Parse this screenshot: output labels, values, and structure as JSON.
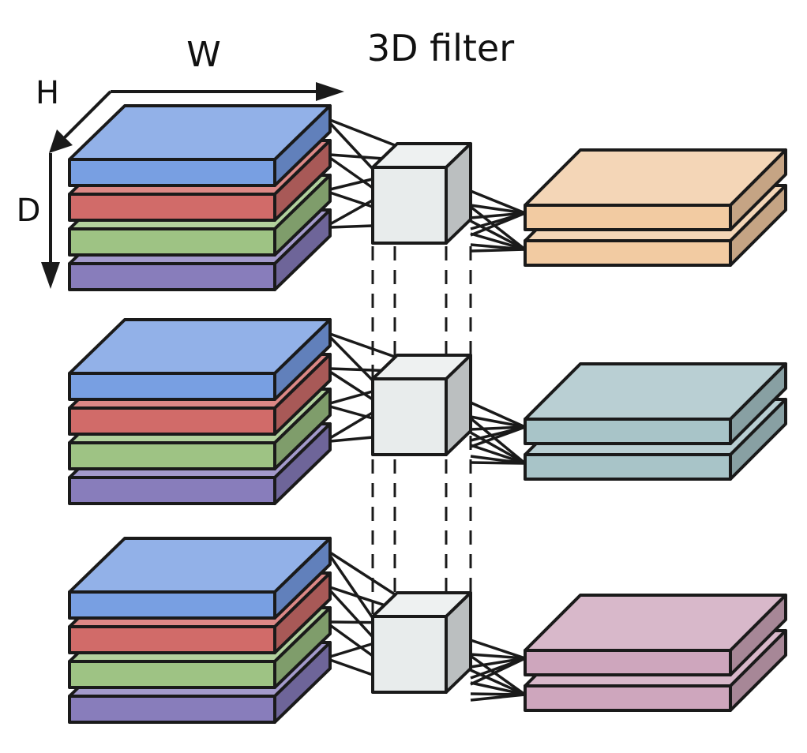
{
  "title": "3D filter",
  "axes": {
    "width": "W",
    "height": "H",
    "depth": "D"
  },
  "input_layer_colors": [
    {
      "name": "blue",
      "front": "#789fe2",
      "top": "#92b1e8",
      "side": "#6180bb"
    },
    {
      "name": "red",
      "front": "#d16b69",
      "top": "#dc8886",
      "side": "#a85957"
    },
    {
      "name": "green",
      "front": "#9ec384",
      "top": "#b2d19d",
      "side": "#7f9d6b"
    },
    {
      "name": "purple",
      "front": "#887dbb",
      "top": "#a39acb",
      "side": "#6e6599"
    }
  ],
  "filter_colors": {
    "front": "#e8ecec",
    "top": "#eef1f1",
    "side": "#bbbfc0"
  },
  "groups": [
    {
      "name": "group-1",
      "output": {
        "front": "#f2cba2",
        "top": "#f4d6b7",
        "side": "#c5a484"
      }
    },
    {
      "name": "group-2",
      "output": {
        "front": "#a8c4c8",
        "top": "#b9cfd3",
        "side": "#88a0a3"
      }
    },
    {
      "name": "group-3",
      "output": {
        "front": "#cea6bd",
        "top": "#d8b8ca",
        "side": "#a78797"
      }
    }
  ]
}
